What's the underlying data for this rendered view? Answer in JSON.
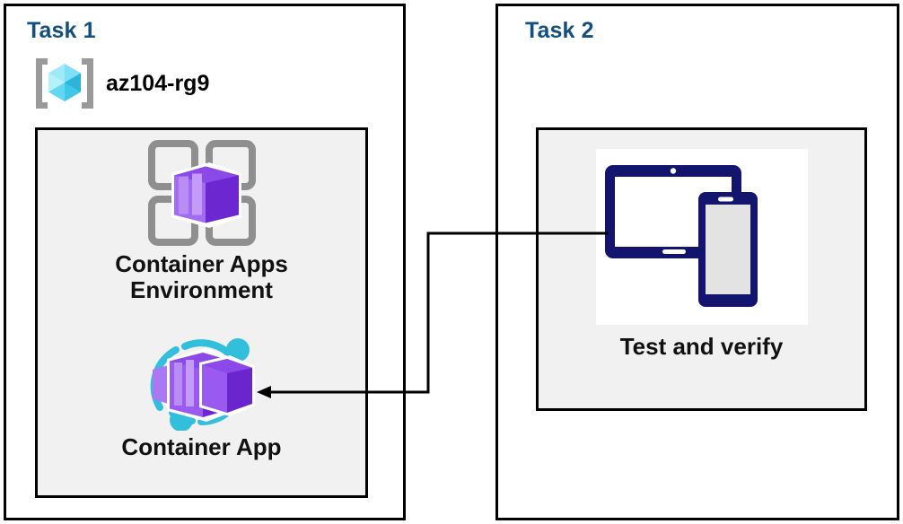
{
  "diagram": {
    "title_color": "#13507e",
    "panel_border_color": "#000000",
    "inner_box_fill": "#f1f1f1",
    "connector_color": "#000000"
  },
  "task1": {
    "title": "Task 1",
    "resource_group": {
      "icon": "azure-resource-group-icon",
      "label": "az104-rg9"
    },
    "nodes": [
      {
        "icon": "container-apps-environment-icon",
        "label": "Container Apps\nEnvironment"
      },
      {
        "icon": "container-app-icon",
        "label": "Container App"
      }
    ]
  },
  "task2": {
    "title": "Task 2",
    "nodes": [
      {
        "icon": "devices-tablet-phone-icon",
        "label": "Test and verify"
      }
    ]
  },
  "connector": {
    "from": "Test and verify",
    "to": "Container App",
    "style": "orthogonal-arrow",
    "arrow_direction": "left"
  },
  "palette": {
    "rg_cube_light": "#8fe3f7",
    "rg_cube_mid": "#50d7f2",
    "rg_cube_dark": "#2fb8d8",
    "rg_bracket": "#9a9a9a",
    "container_purple_light": "#a56ef0",
    "container_purple_mid": "#8b3ae8",
    "container_purple_dark": "#6b27cf",
    "ring_cyan": "#32bfdc",
    "device_navy": "#12146e",
    "device_screen": "#e3e3e3",
    "grid_gray": "#8f8f8f"
  }
}
